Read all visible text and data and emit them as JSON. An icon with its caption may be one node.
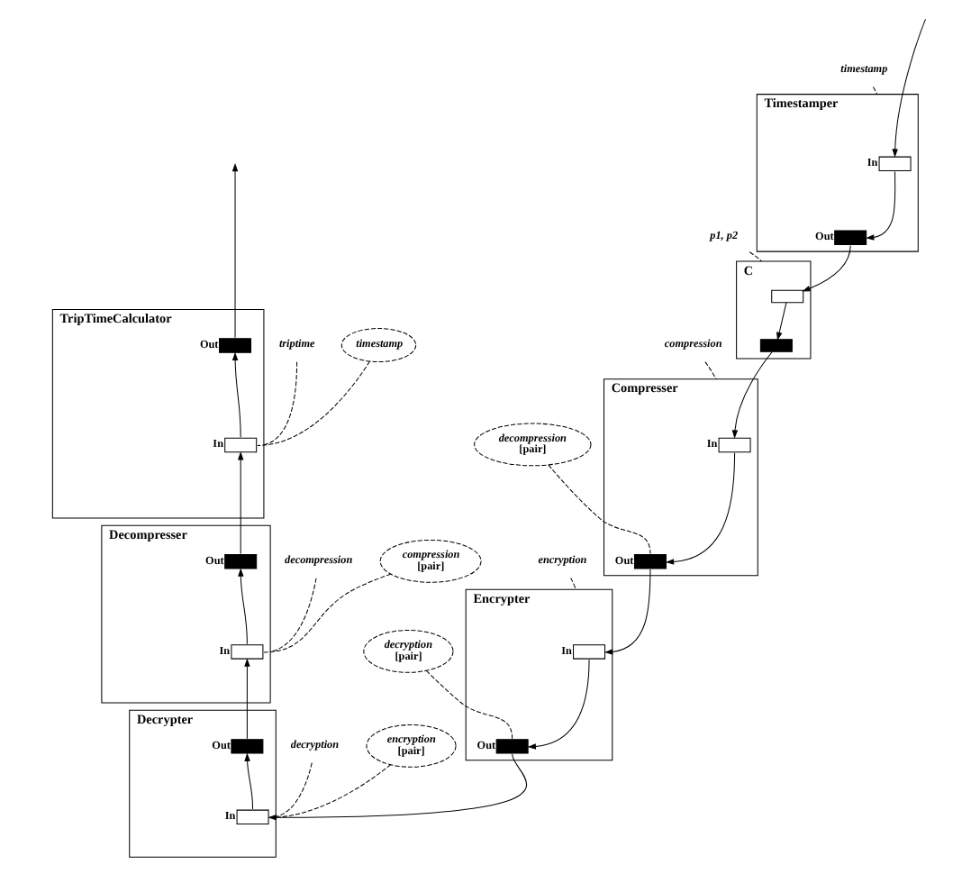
{
  "diagram": {
    "nodes": [
      {
        "text": [
          "Timestamper"
        ]
      },
      {
        "text": [],
        "shape": "box",
        "in": 0,
        "beside": [
          "In"
        ]
      },
      {
        "text": [],
        "shape": "box",
        "in": 0,
        "beside": [
          "Out"
        ]
      },
      {
        "text": [
          "timestamp"
        ]
      },
      {
        "text": [
          "C"
        ]
      },
      {
        "text": [],
        "shape": "box",
        "in": 4
      },
      {
        "text": [],
        "shape": "box",
        "in": 4
      },
      {
        "text": [
          "p1, p2"
        ]
      },
      {
        "text": [
          "Compresser"
        ]
      },
      {
        "text": [],
        "shape": "box",
        "in": 8,
        "beside": [
          "In"
        ]
      },
      {
        "text": [],
        "shape": "box",
        "in": 8,
        "beside": [
          "Out"
        ]
      },
      {
        "text": [
          "compression"
        ]
      },
      {
        "text": [
          "decompression",
          "[pair]"
        ]
      },
      {
        "text": [
          "Encrypter"
        ]
      },
      {
        "text": [],
        "shape": "box",
        "in": 13,
        "beside": [
          "In"
        ]
      },
      {
        "text": [],
        "shape": "box",
        "in": 13,
        "beside": [
          "Out"
        ]
      },
      {
        "text": [
          "encryption"
        ]
      },
      {
        "text": [
          "decryption",
          "[pair]"
        ]
      },
      {
        "text": [
          "Decrypter"
        ]
      },
      {
        "text": [],
        "shape": "box",
        "in": 18,
        "beside": [
          "In"
        ]
      },
      {
        "text": [],
        "shape": "box",
        "in": 18,
        "beside": [
          "Out"
        ]
      },
      {
        "text": [
          "decryption"
        ]
      },
      {
        "text": [
          "encryption",
          "[pair]"
        ]
      },
      {
        "text": [
          "Decompresser"
        ]
      },
      {
        "text": [],
        "shape": "box",
        "in": 23,
        "beside": [
          "In"
        ]
      },
      {
        "text": [],
        "shape": "box",
        "in": 23,
        "beside": [
          "Out"
        ]
      },
      {
        "text": [
          "decompression"
        ]
      },
      {
        "text": [
          "compression",
          "[pair]"
        ]
      },
      {
        "text": [
          "TripTimeCalculator"
        ]
      },
      {
        "text": [],
        "shape": "box",
        "in": 28,
        "beside": [
          "In"
        ]
      },
      {
        "text": [],
        "shape": "box",
        "in": 28,
        "beside": [
          "Out"
        ]
      },
      {
        "text": [
          "triptime"
        ]
      },
      {
        "text": [
          "timestamp"
        ]
      }
    ],
    "edges": [
      {
        "from": null,
        "to": 1,
        "arrow": "to"
      },
      {
        "from": 1,
        "to": 2,
        "arrow": "to"
      },
      {
        "from": 3,
        "to": 0,
        "arrow": "none",
        "style": "dashed"
      },
      {
        "from": 2,
        "to": 5,
        "arrow": "to"
      },
      {
        "from": 5,
        "to": 6,
        "arrow": "to"
      },
      {
        "from": 7,
        "to": 4,
        "arrow": "none",
        "style": "dashed"
      },
      {
        "from": 6,
        "to": 9,
        "arrow": "to"
      },
      {
        "from": 9,
        "to": 10,
        "arrow": "to"
      },
      {
        "from": 11,
        "to": 8,
        "arrow": "none",
        "style": "dashed"
      },
      {
        "from": 12,
        "to": 10,
        "arrow": "none",
        "style": "dashed"
      },
      {
        "from": 10,
        "to": 14,
        "arrow": "to"
      },
      {
        "from": 14,
        "to": 15,
        "arrow": "to"
      },
      {
        "from": 16,
        "to": 13,
        "arrow": "none",
        "style": "dashed"
      },
      {
        "from": 17,
        "to": 15,
        "arrow": "none",
        "style": "dashed"
      },
      {
        "from": 15,
        "to": 19,
        "arrow": "to"
      },
      {
        "from": 19,
        "to": 20,
        "arrow": "to"
      },
      {
        "from": 21,
        "to": 18,
        "arrow": "none",
        "style": "dashed"
      },
      {
        "from": 22,
        "to": 19,
        "arrow": "none",
        "style": "dashed"
      },
      {
        "from": 20,
        "to": 24,
        "arrow": "to"
      },
      {
        "from": 24,
        "to": 25,
        "arrow": "to"
      },
      {
        "from": 26,
        "to": 23,
        "arrow": "none",
        "style": "dashed"
      },
      {
        "from": 27,
        "to": 24,
        "arrow": "none",
        "style": "dashed"
      },
      {
        "from": 25,
        "to": 29,
        "arrow": "to"
      },
      {
        "from": 29,
        "to": 30,
        "arrow": "to"
      },
      {
        "from": 31,
        "to": 28,
        "arrow": "none",
        "style": "dashed"
      },
      {
        "from": 32,
        "to": 29,
        "arrow": "none",
        "style": "dashed"
      },
      {
        "from": 30,
        "to": null,
        "arrow": "to"
      }
    ]
  }
}
